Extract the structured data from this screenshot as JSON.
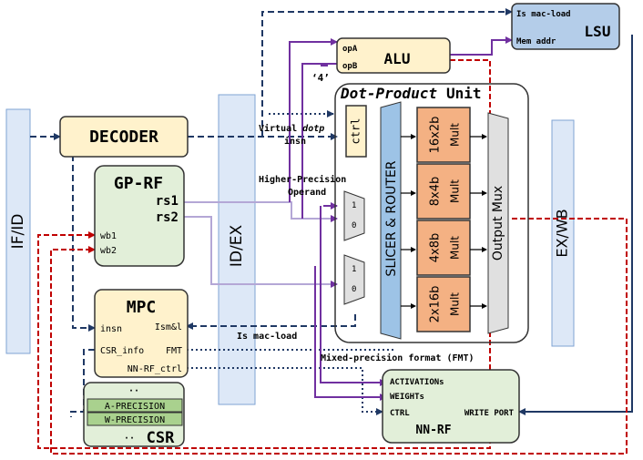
{
  "blocks": {
    "if_id": "IF/ID",
    "decoder": "DECODER",
    "gprf": {
      "title": "GP-RF",
      "rs1": "rs1",
      "rs2": "rs2",
      "wb1": "wb1",
      "wb2": "wb2"
    },
    "id_ex": "ID/EX",
    "mpc": {
      "title": "MPC",
      "insn": "insn",
      "ismal": "Ism&l",
      "csr_info": "CSR_info",
      "fmt": "FMT",
      "nnrf_ctrl": "NN-RF_ctrl"
    },
    "csr": {
      "dots_top": "··",
      "a_prec": "A-PRECISION",
      "w_prec": "W-PRECISION",
      "dots_bottom": "··",
      "title": "CSR"
    },
    "alu": {
      "title": "ALU",
      "opA": "opA",
      "opB": "opB",
      "const4": "‘4’"
    },
    "lsu": {
      "title": "LSU",
      "is_mac_load": "Is mac-load",
      "mem_addr": "Mem addr"
    },
    "dpu": {
      "title_italic": "Dot-Product",
      "title_plain": "Unit",
      "ctrl": "ctrl",
      "slicer": "SLICER & ROUTER",
      "mults": [
        {
          "label": "16x2b",
          "sub": "Mult"
        },
        {
          "label": "8x4b",
          "sub": "Mult"
        },
        {
          "label": "4x8b",
          "sub": "Mult"
        },
        {
          "label": "2x16b",
          "sub": "Mult"
        }
      ],
      "output_mux": "Output Mux",
      "mux_in1": "1",
      "mux_in0": "0"
    },
    "ex_wb": "EX/WB",
    "nnrf": {
      "title": "NN-RF",
      "activations": "ACTIVATIONs",
      "weights": "WEIGHTs",
      "ctrl": "CTRL",
      "write_port": "WRITE PORT"
    }
  },
  "labels": {
    "virtual_dotp_1": "Virtual ",
    "virtual_dotp_2": "dotp",
    "virtual_dotp_3": "insn",
    "higher_precision_1": "Higher-Precision",
    "higher_precision_2": "Operand",
    "is_mac_load": "Is mac-load",
    "mixed_precision": "Mixed-precision format (FMT)"
  },
  "colors": {
    "pipe_fill": "#dde8f7",
    "pipe_stroke": "#7fa3d3",
    "decoder_fill": "#fff2cc",
    "alu_fill": "#fff2cc",
    "lsu_fill": "#b4cde9",
    "gprf_fill": "#e2efd9",
    "mult_fill": "#f4b183",
    "slicer_fill": "#9dc3e6",
    "mux_fill": "#e0e0e0",
    "prec_fill": "#a9d18e",
    "navy": "#1f3864",
    "red": "#c00000",
    "purple": "#7030a0",
    "lightpurple": "#b4a7d6"
  }
}
